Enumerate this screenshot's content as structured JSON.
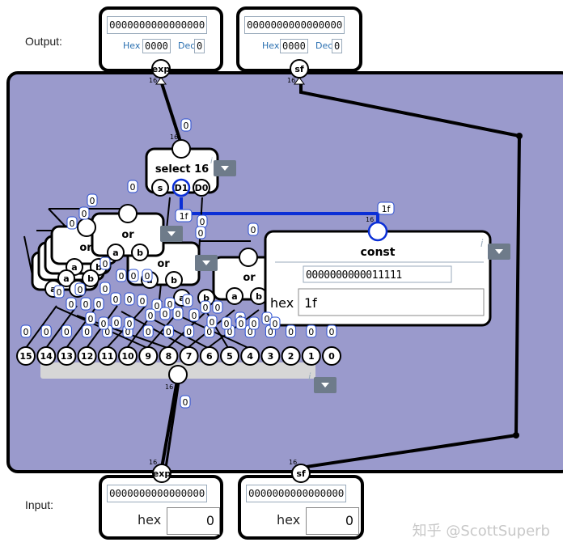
{
  "output": {
    "label": "Output:",
    "exp_display": {
      "bits": "0000000000000000",
      "hex_label": "Hex",
      "hex_value": "0000",
      "dec_label": "Dec",
      "dec_value": "0",
      "pin": "exp",
      "width": "16"
    },
    "sf_display": {
      "bits": "0000000000000000",
      "hex_label": "Hex",
      "hex_value": "0000",
      "dec_label": "Dec",
      "dec_value": "0",
      "pin": "sf",
      "width": "16"
    }
  },
  "input": {
    "label": "Input:",
    "exp_input": {
      "bits": "0000000000000000",
      "hex_label": "hex",
      "hex_value": "0",
      "pin": "exp",
      "width": "16"
    },
    "sf_input": {
      "bits": "0000000000000000",
      "hex_label": "hex",
      "hex_value": "0",
      "pin": "sf",
      "width": "16"
    }
  },
  "circuit": {
    "select": {
      "title": "select 16",
      "ports": [
        "s",
        "D1",
        "D0"
      ],
      "width": "16",
      "out_value": "0"
    },
    "const": {
      "title": "const",
      "bits": "0000000000011111",
      "hex_label": "hex",
      "hex_value": "1f",
      "bus_value": "1f",
      "width": "16"
    },
    "or_label": "or",
    "port_a": "a",
    "port_b": "b",
    "info": "i",
    "bit_labels": [
      "15",
      "14",
      "13",
      "12",
      "11",
      "10",
      "9",
      "8",
      "7",
      "6",
      "5",
      "4",
      "3",
      "2",
      "1",
      "0"
    ],
    "wire_value": "0"
  },
  "watermark": "知乎 @ScottSuperb",
  "colors": {
    "canvas": "#9a9acc",
    "bus": "#0b2fd6",
    "wire": "#000000",
    "menu": "#6e7b8a"
  }
}
